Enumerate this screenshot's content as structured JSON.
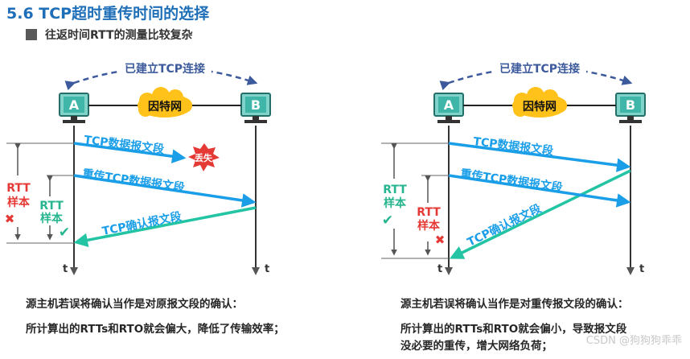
{
  "header": {
    "title": "5.6 TCP超时重传时间的选择",
    "subtitle": "往返时间RTT的测量比较复杂"
  },
  "colors": {
    "title": "#1e6fb8",
    "host_fill": "#3fb6a8",
    "arrow_blue": "#1a9ee8",
    "arrow_green": "#22c4a3",
    "cloud": "#ffc21a",
    "red": "#e53935",
    "green_check": "#27b590",
    "dash": "#3d5b9c"
  },
  "left": {
    "connection_label": "已建立TCP连接",
    "host_a": "A",
    "host_b": "B",
    "network": "因特网",
    "seg1": "TCP数据报文段",
    "lost": "丢失",
    "seg2": "重传TCP数据报文段",
    "ack": "TCP确认报文段",
    "rtt_outer_1": "RTT",
    "rtt_outer_2": "样本",
    "rtt_inner_1": "RTT",
    "rtt_inner_2": "样本",
    "time_a": "t",
    "time_b": "t",
    "cross": "✖",
    "check": "✔",
    "caption_1": "源主机若误将确认当作是对原报文段的确认：",
    "caption_2": "所计算出的RTTs和RTO就会偏大，降低了传输效率；"
  },
  "right": {
    "connection_label": "已建立TCP连接",
    "host_a": "A",
    "host_b": "B",
    "network": "因特网",
    "seg1": "TCP数据报文段",
    "seg2": "重传TCP数据报文段",
    "ack": "TCP确认报文段",
    "rtt_outer_1": "RTT",
    "rtt_outer_2": "样本",
    "rtt_inner_1": "RTT",
    "rtt_inner_2": "样本",
    "time_a": "t",
    "time_b": "t",
    "cross": "✖",
    "check": "✔",
    "caption_1": "源主机若误将确认当作是对重传报文段的确认：",
    "caption_2": "所计算出的RTTs和RTO就会偏小，导致报文段",
    "caption_3": "没必要的重传，增大网络负荷；"
  },
  "watermark": "CSDN @狗狗狗乖乖"
}
